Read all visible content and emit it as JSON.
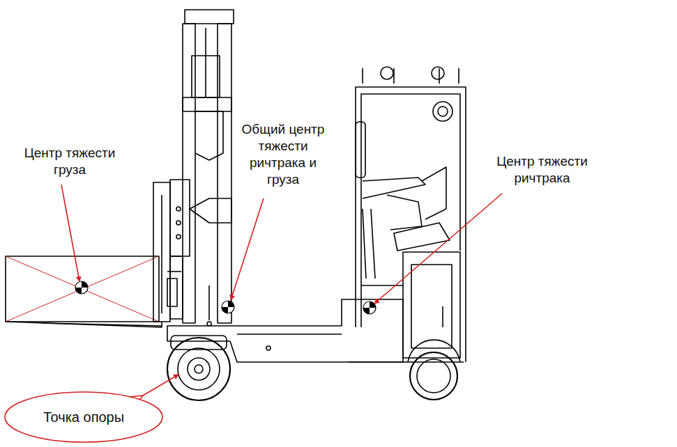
{
  "diagram": {
    "nodes": [
      {
        "text": [
          "Точка опоры"
        ]
      }
    ],
    "edges": [],
    "labels": [
      "Центр тяжести груза",
      "Общий центр тяжести ричтрака и груза",
      "Центр тяжести ричтрака"
    ]
  }
}
